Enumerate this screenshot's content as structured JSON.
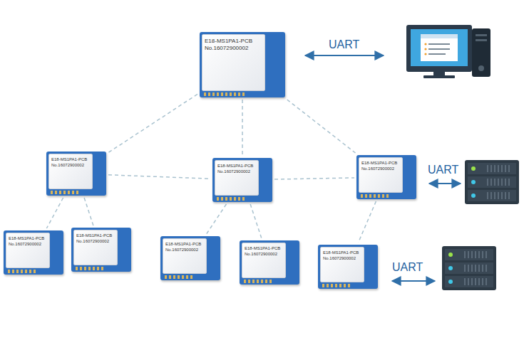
{
  "diagram": {
    "nodes": [
      {
        "text": [
          "E18-MS1PA1-PCB",
          "No.16072900002"
        ]
      },
      {
        "text": [
          "E18-MS1PA1-PCB",
          "No.16072900002"
        ]
      },
      {
        "text": [
          "E18-MS1PA1-PCB",
          "No.16072900002"
        ]
      },
      {
        "text": [
          "E18-MS1PA1-PCB",
          "No.16072900002"
        ]
      },
      {
        "text": [
          "E18-MS1PA1-PCB",
          "No.16072900002"
        ]
      },
      {
        "text": [
          "E18-MS1PA1-PCB",
          "No.16072900002"
        ]
      },
      {
        "text": [
          "E18-MS1PA1-PCB",
          "No.16072900002"
        ]
      },
      {
        "text": [
          "E18-MS1PA1-PCB",
          "No.16072900002"
        ]
      },
      {
        "text": [
          "E18-MS1PA1-PCB",
          "No.16072900002"
        ]
      }
    ],
    "edges": [
      {
        "from": 0,
        "to": 1,
        "arrow": "none"
      },
      {
        "from": 0,
        "to": 2,
        "arrow": "none"
      },
      {
        "from": 0,
        "to": 3,
        "arrow": "none"
      },
      {
        "from": 1,
        "to": 2,
        "arrow": "none"
      },
      {
        "from": 2,
        "to": 3,
        "arrow": "none"
      },
      {
        "from": 1,
        "to": 4,
        "arrow": "none"
      },
      {
        "from": 1,
        "to": 5,
        "arrow": "none"
      },
      {
        "from": 2,
        "to": 6,
        "arrow": "none"
      },
      {
        "from": 2,
        "to": 7,
        "arrow": "none"
      },
      {
        "from": 3,
        "to": 8,
        "arrow": "none"
      }
    ],
    "labels": [
      "UART",
      "UART",
      "UART"
    ]
  }
}
